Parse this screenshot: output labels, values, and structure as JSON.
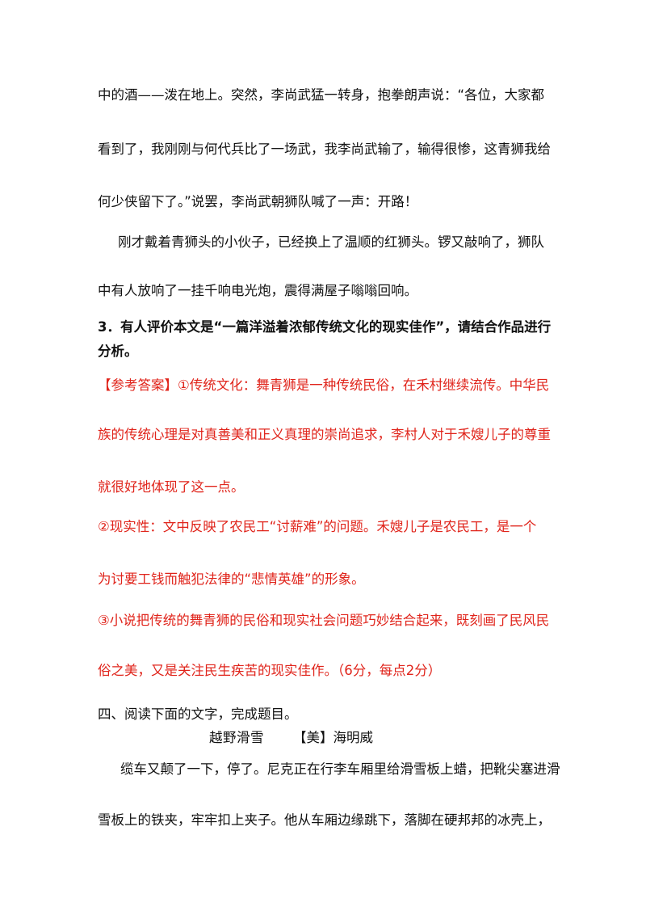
{
  "story_lines": [
    "中的酒——泼在地上。突然，李尚武猛一转身，抱拳朗声说：“各位，大家都",
    "看到了，我刚刚与何代兵比了一场武，我李尚武输了，输得很惨，这青狮我给",
    "何少侠留下了。”说罢，李尚武朝狮队喊了一声：开路！",
    "刚才戴着青狮头的小伙子，已经换上了温顺的红狮头。锣又敲响了，狮队",
    "中有人放响了一挂千响电光炮，震得满屋子嗡嗡回响。"
  ],
  "question3": {
    "line1": "3．有人评价本文是“一篇洋溢着浓郁传统文化的现实佳作”，请结合作品进行",
    "line2": "分析。"
  },
  "answer_lines": [
    "【参考答案】①传统文化：舞青狮是一种传统民俗，在禾村继续流传。中华民",
    "族的传统心理是对真善美和正义真理的崇尚追求，李村人对于禾嫂儿子的尊重",
    "就很好地体现了这一点。",
    "②现实性：文中反映了农民工“讨薪难”的问题。禾嫂儿子是农民工，是一个",
    "为讨要工钱而触犯法律的“悲情英雄”的形象。",
    "③小说把传统的舞青狮的民俗和现实社会问题巧妙结合起来，既刻画了民风民",
    " 俗之美，又是关注民生疾苦的现实佳作。（6分，每点2分）"
  ],
  "section4": {
    "heading": "四、阅读下面的文字，完成题目。",
    "title": "越野滑雪",
    "author": "【美】海明威",
    "body_lines": [
      "缆车又颠了一下，停了。尼克正在行李车厢里给滑雪板上蜡，把靴尖塞进滑",
      "雪板上的铁夹，牢牢扣上夹子。他从车厢边缘跳下，落脚在硬邦邦的冰壳上，"
    ]
  }
}
